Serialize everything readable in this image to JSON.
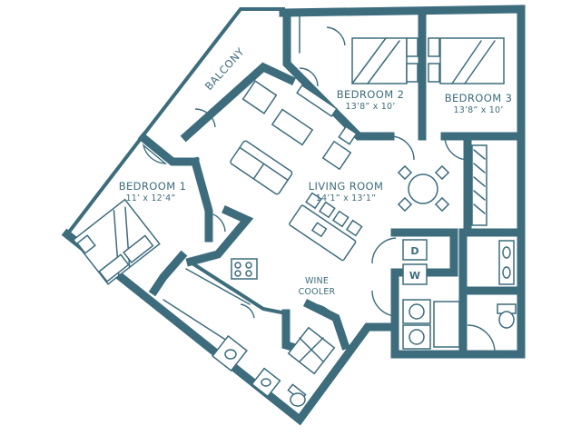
{
  "palette": {
    "line": "#3d6c7d",
    "background": "#ffffff"
  },
  "rooms": {
    "balcony": {
      "name": "BALCONY"
    },
    "bedroom1": {
      "name": "BEDROOM 1",
      "dims": "11’ x 12’4”"
    },
    "bedroom2": {
      "name": "BEDROOM 2",
      "dims": "13’8” x 10’"
    },
    "bedroom3": {
      "name": "BEDROOM 3",
      "dims": "13’8” x 10’"
    },
    "living": {
      "name": "LIVING ROOM",
      "dims": "14’1” x 13’1”"
    },
    "wine": {
      "line1": "WINE",
      "line2": "COOLER"
    }
  },
  "appliances": {
    "dryer": "D",
    "washer": "W"
  }
}
